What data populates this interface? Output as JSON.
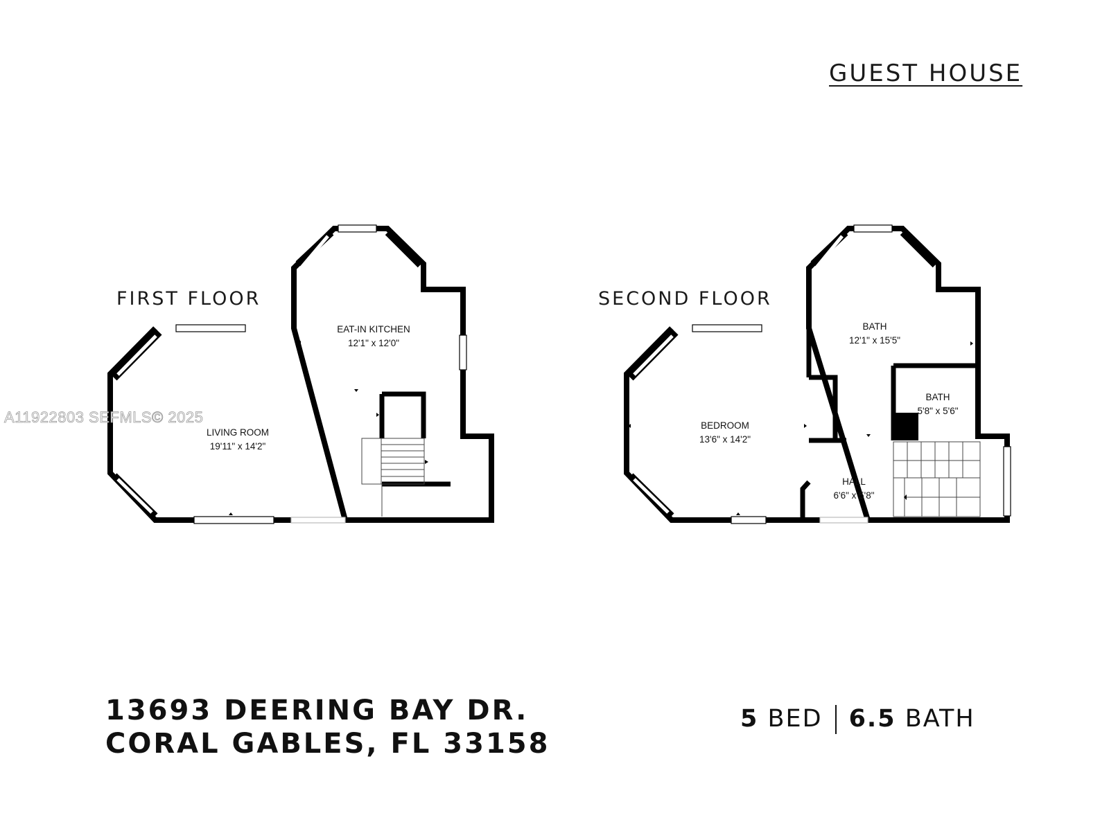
{
  "header": {
    "title": "GUEST HOUSE"
  },
  "floors": [
    {
      "label": "FIRST FLOOR",
      "rooms": [
        {
          "name": "EAT-IN KITCHEN",
          "dimensions": "12'1\" x 12'0\""
        },
        {
          "name": "LIVING ROOM",
          "dimensions": "19'11\" x 14'2\""
        }
      ]
    },
    {
      "label": "SECOND FLOOR",
      "rooms": [
        {
          "name": "BATH",
          "dimensions": "12'1\" x 15'5\""
        },
        {
          "name": "BATH",
          "dimensions": "5'8\" x 5'6\""
        },
        {
          "name": "BEDROOM",
          "dimensions": "13'6\" x 14'2\""
        },
        {
          "name": "HALL",
          "dimensions": "6'6\" x 5'8\""
        }
      ]
    }
  ],
  "watermark": "A11922803  SEFMLS© 2025",
  "address": {
    "line1": "13693 DEERING BAY DR.",
    "line2": "CORAL GABLES, FL 33158"
  },
  "summary": {
    "beds_value": "5",
    "beds_label": "BED",
    "baths_value": "6.5",
    "baths_label": "BATH"
  },
  "colors": {
    "wall": "#000000",
    "window": "#ffffff",
    "text": "#111111"
  }
}
